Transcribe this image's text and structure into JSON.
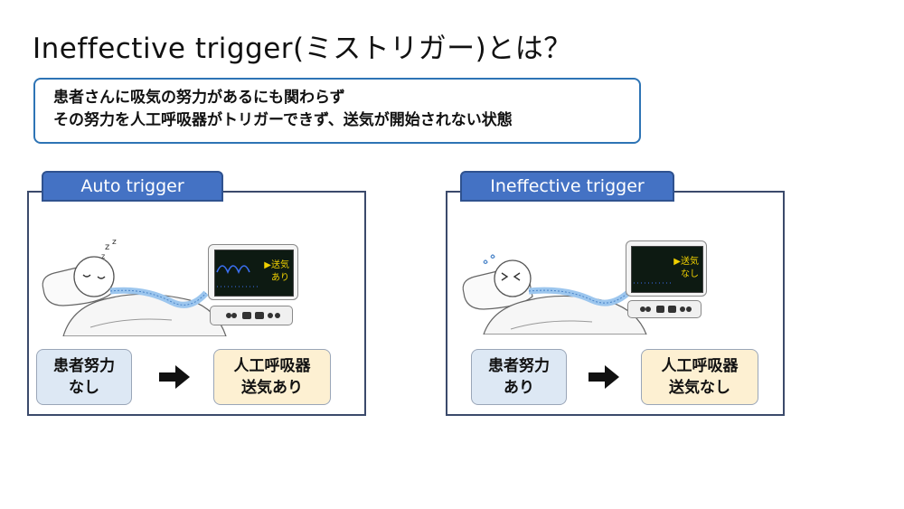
{
  "title": "Ineffective trigger(ミストリガー)とは？",
  "definition": {
    "line1": "患者さんに吸気の努力があるにも関わらず",
    "line2": "その努力を人工呼吸器がトリガーできず、送気が開始されない状態"
  },
  "panels": [
    {
      "tab": "Auto trigger",
      "monitor_text": [
        "▶送気",
        "あり"
      ],
      "sleep_mark": "z z z",
      "patient_box": [
        "患者努力",
        "なし"
      ],
      "vent_box": [
        "人工呼吸器",
        "送気あり"
      ]
    },
    {
      "tab": "Ineffective trigger",
      "monitor_text": [
        "▶送気",
        "なし"
      ],
      "patient_box": [
        "患者努力",
        "あり"
      ],
      "vent_box": [
        "人工呼吸器",
        "送気なし"
      ]
    }
  ],
  "colors": {
    "tab_blue": "#4472c4",
    "outline_blue": "#2e74b5",
    "panel_border": "#3b4a6b",
    "box_blue": "#dde8f4",
    "box_yellow": "#fdf0d2",
    "monitor_text": "#f0d000",
    "waveform": "#3b6ff0"
  }
}
